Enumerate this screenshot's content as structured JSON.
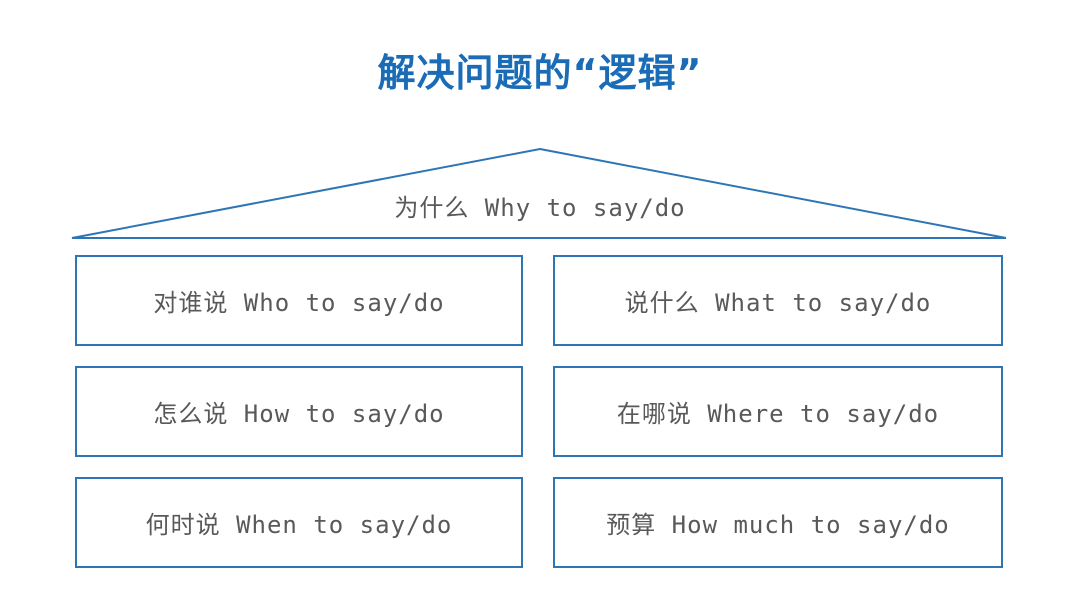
{
  "colors": {
    "background": "#FFFFFF",
    "title_blue": "#1B6CB7",
    "accent_blue": "#2E75B6",
    "text_gray": "#595959"
  },
  "title": {
    "text": "解决问题的“逻辑”"
  },
  "pyramid": {
    "roof_label": "为什么 Why to say/do"
  },
  "boxes": [
    {
      "label": "对谁说 Who to say/do"
    },
    {
      "label": "说什么 What to say/do"
    },
    {
      "label": "怎么说 How to say/do"
    },
    {
      "label": "在哪说 Where to say/do"
    },
    {
      "label": "何时说 When to say/do"
    },
    {
      "label": "预算 How much to say/do"
    }
  ]
}
